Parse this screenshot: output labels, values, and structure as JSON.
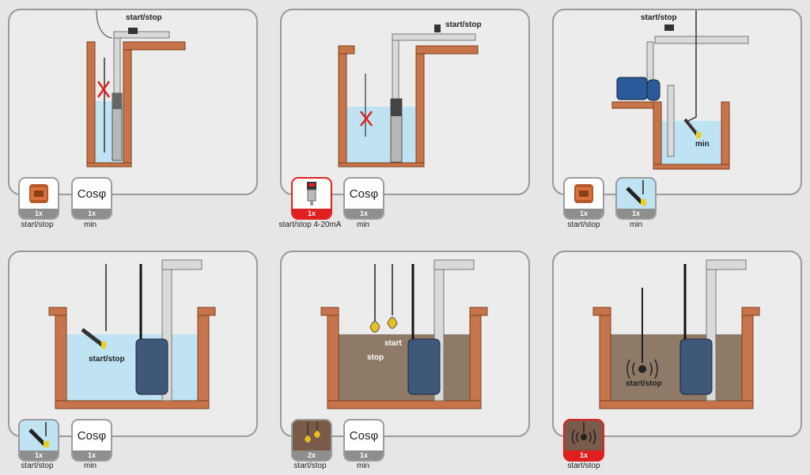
{
  "panels": [
    {
      "labels": [
        "start/stop"
      ],
      "badges": [
        {
          "icon": "relay-icon",
          "count": "1x",
          "caption": "start/stop"
        },
        {
          "icon": "cos-phi-icon",
          "text": "Cosφ",
          "count": "1x",
          "caption": "min"
        }
      ]
    },
    {
      "labels": [
        "start/stop"
      ],
      "badges": [
        {
          "icon": "pressure-transducer-icon",
          "count": "1x",
          "caption": "start/stop 4-20mA",
          "highlight": true
        },
        {
          "icon": "cos-phi-icon",
          "text": "Cosφ",
          "count": "1x",
          "caption": "min"
        }
      ]
    },
    {
      "labels": [
        "start/stop",
        "min"
      ],
      "badges": [
        {
          "icon": "relay-icon",
          "count": "1x",
          "caption": "start/stop"
        },
        {
          "icon": "float-switch-icon",
          "count": "1x",
          "caption": "min"
        }
      ]
    },
    {
      "labels": [
        "start/stop"
      ],
      "badges": [
        {
          "icon": "float-switch-icon",
          "count": "1x",
          "caption": "start/stop"
        },
        {
          "icon": "cos-phi-icon",
          "text": "Cosφ",
          "count": "1x",
          "caption": "min"
        }
      ]
    },
    {
      "labels": [
        "start",
        "stop"
      ],
      "badges": [
        {
          "icon": "pendant-float-icon",
          "count": "2x",
          "caption": "start/stop"
        },
        {
          "icon": "cos-phi-icon",
          "text": "Cosφ",
          "count": "1x",
          "caption": "min"
        }
      ]
    },
    {
      "labels": [
        "start/stop"
      ],
      "badges": [
        {
          "icon": "level-sensor-icon",
          "count": "1x",
          "caption": "start/stop",
          "highlight": true
        }
      ]
    }
  ],
  "colors": {
    "water": "#bfe3f2",
    "sewage": "#8f7a68",
    "brick": "#c8744a",
    "highlight": "#e02020"
  }
}
